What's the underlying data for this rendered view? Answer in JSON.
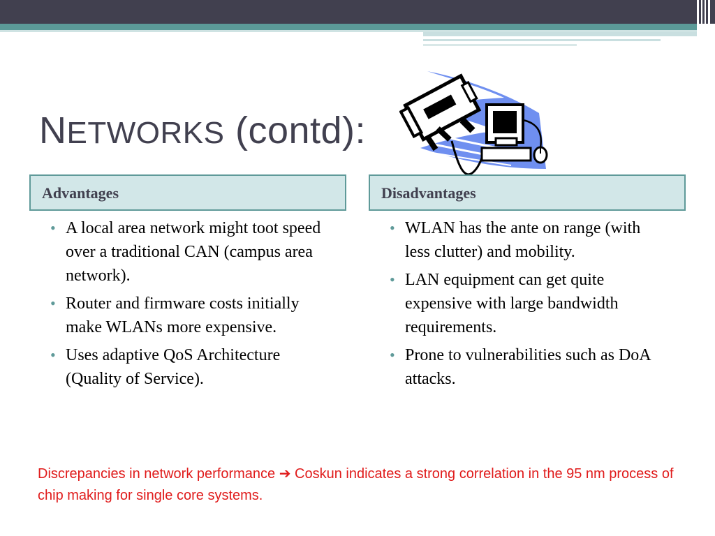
{
  "slide": {
    "title_first": "N",
    "title_rest_upper": "ETWORKS",
    "title_suffix": " (contd):"
  },
  "columns": {
    "left": {
      "header": "Advantages",
      "items": [
        "A local area network might toot speed over a traditional CAN (campus area network).",
        "Router and firmware costs initially make WLANs more expensive.",
        "Uses adaptive QoS Architecture (Quality of Service)."
      ]
    },
    "right": {
      "header": "Disadvantages",
      "items": [
        "WLAN has the ante on range (with less clutter) and mobility.",
        "LAN equipment can get quite expensive with large bandwidth requirements.",
        "Prone to vulnerabilities such as DoA attacks."
      ]
    }
  },
  "note": {
    "part1": "Discrepancies in network performance ",
    "arrow": "➔",
    "part2": " Coskun indicates a strong correlation in the 95 nm process of chip making for single core systems."
  },
  "icons": {
    "clipart": "network-computer-clipart-icon"
  },
  "colors": {
    "topbar": "#41404f",
    "teal": "#5b9a98",
    "header_fill": "#d2e7e8",
    "note_red": "#e01b1b"
  }
}
